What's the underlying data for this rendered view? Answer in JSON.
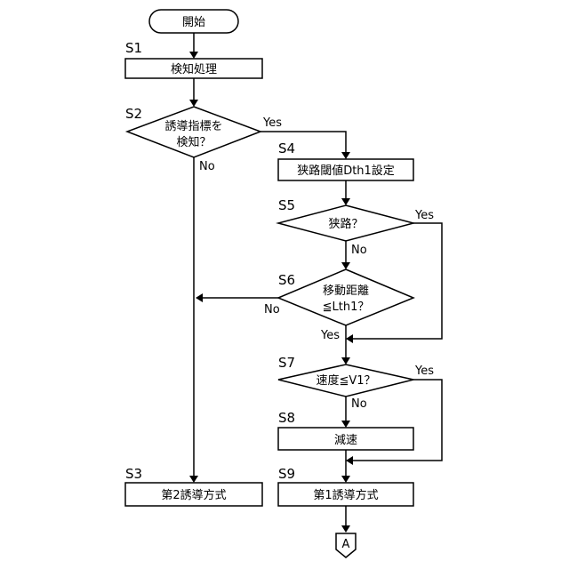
{
  "flowchart": {
    "start": "開始",
    "connector": "A",
    "steps": {
      "s1": {
        "id": "S1",
        "text": "検知処理"
      },
      "s2": {
        "id": "S2",
        "line1": "誘導指標を",
        "line2": "検知？"
      },
      "s3": {
        "id": "S3",
        "text": "第2誘導方式"
      },
      "s4": {
        "id": "S4",
        "text": "狭路閾値Dth1設定"
      },
      "s5": {
        "id": "S5",
        "text": "狭路？"
      },
      "s6": {
        "id": "S6",
        "line1": "移動距離",
        "line2": "≦Lth1？"
      },
      "s7": {
        "id": "S7",
        "text": "速度≦V1？"
      },
      "s8": {
        "id": "S8",
        "text": "減速"
      },
      "s9": {
        "id": "S9",
        "text": "第1誘導方式"
      }
    },
    "labels": {
      "yes": "Yes",
      "no": "No"
    }
  }
}
